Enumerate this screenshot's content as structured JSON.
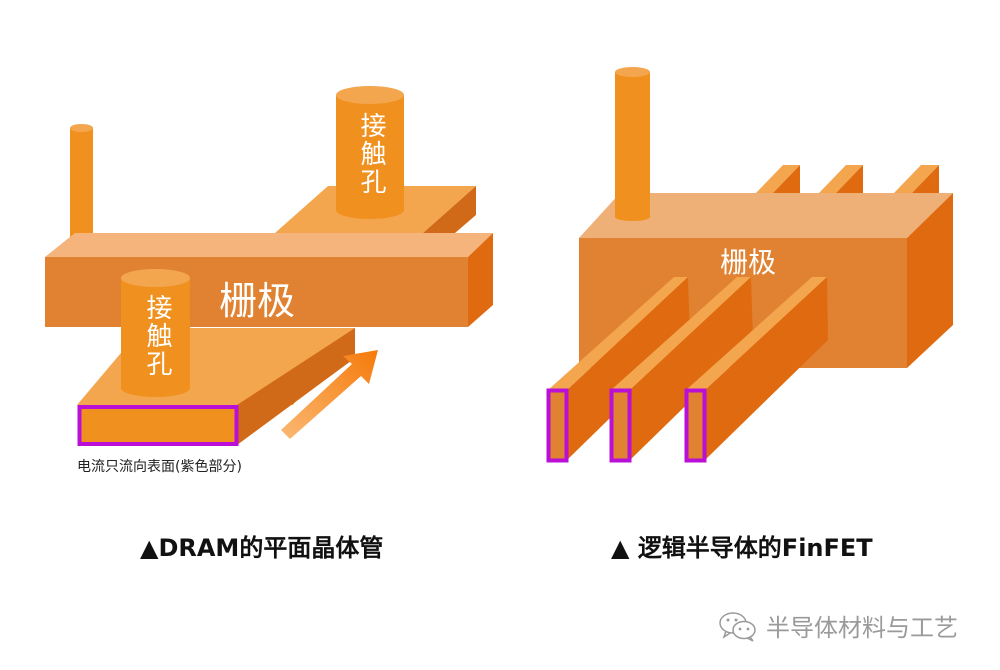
{
  "left_diagram": {
    "gate_label": "栅极",
    "contact_label_back": "接触孔",
    "contact_label_front": "接触孔",
    "surface_note": "电流只流向表面(紫色部分)",
    "caption": "▲DRAM的平面晶体管"
  },
  "right_diagram": {
    "gate_label": "栅极",
    "caption": "▲ 逻辑半导体的FinFET"
  },
  "watermark": {
    "icon": "wechat-icon",
    "text": "半导体材料与工艺"
  },
  "colors": {
    "orange_main": "#f0901e",
    "orange_light": "#f3a64d",
    "orange_top": "#f4b47b",
    "orange_front": "#e08232",
    "orange_side": "#e06a10",
    "orange_dark_side": "#d06a18",
    "purple_highlight": "#b90fd6"
  }
}
